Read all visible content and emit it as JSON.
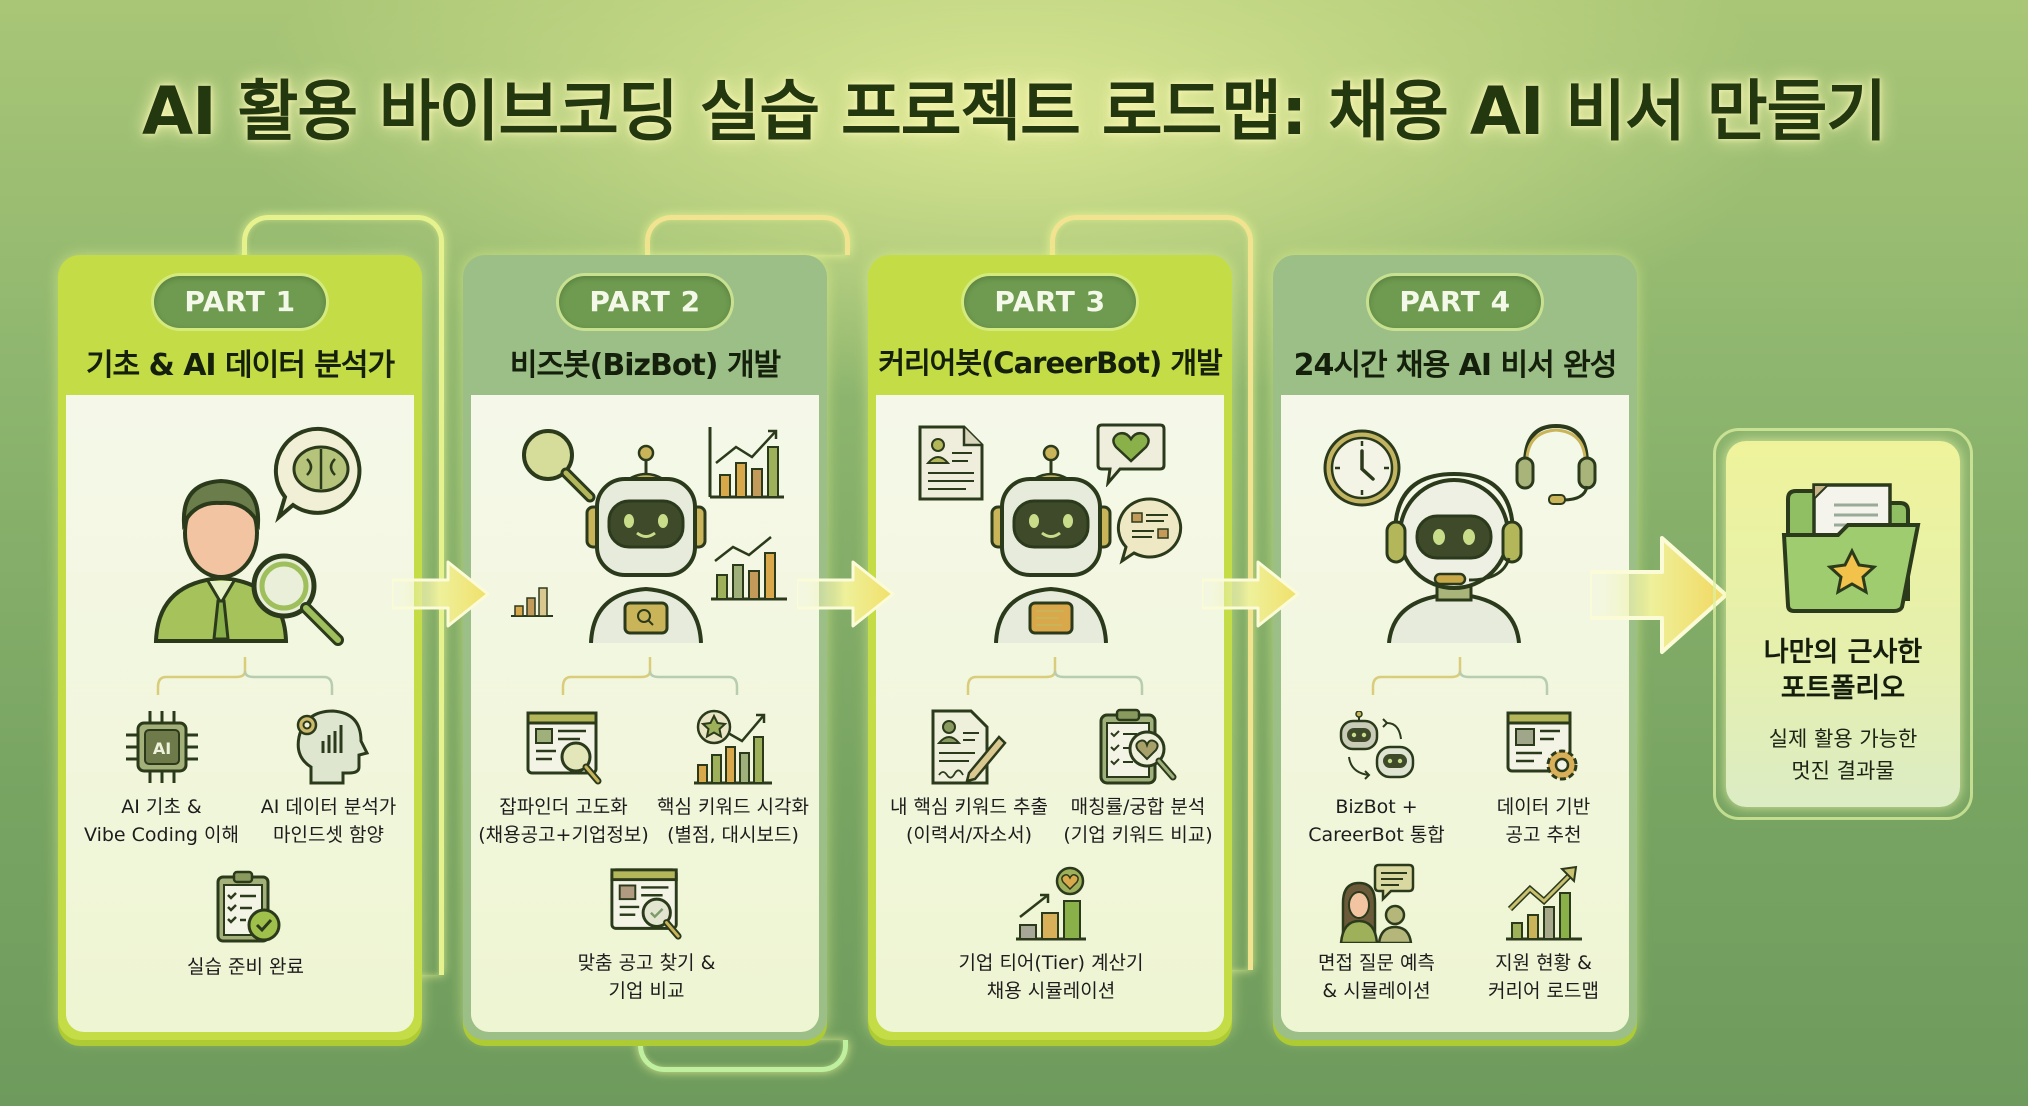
{
  "title": "AI 활용 바이브코딩 실습 프로젝트 로드맵: 채용 AI 비서 만들기",
  "colors": {
    "lime_header": "#c4dc45",
    "sage_header": "#9cbf87",
    "badge": "#6e9b4f",
    "card_body": "#f5f8e9",
    "background_light": "#b9d07e",
    "background_dark": "#6e9b5d",
    "arrow": "#f2e46a",
    "connector": "#e5f28d"
  },
  "parts": [
    {
      "badge": "PART 1",
      "subtitle": "기초 & AI 데이터 분석가",
      "hero_icons": [
        "person-icon",
        "brain-speech-bubble-icon",
        "magnifier-icon"
      ],
      "features": [
        {
          "icon": "ai-chip-icon",
          "line1": "AI 기초 &",
          "line2": "Vibe Coding 이해"
        },
        {
          "icon": "head-analytics-gear-icon",
          "line1": "AI 데이터 분석가",
          "line2": "마인드셋 함양"
        },
        {
          "icon": "clipboard-check-icon",
          "line1": "실습 준비 완료",
          "line2": ""
        }
      ]
    },
    {
      "badge": "PART 2",
      "subtitle": "비즈봇(BizBot) 개발",
      "hero_icons": [
        "robot-icon",
        "magnifier-icon",
        "bar-chart-icon",
        "trend-chart-icon"
      ],
      "features": [
        {
          "icon": "job-post-search-icon",
          "line1": "잡파인더 고도화",
          "line2": "(채용공고+기업정보)"
        },
        {
          "icon": "star-bar-chart-icon",
          "line1": "핵심 키워드 시각화",
          "line2": "(별점, 대시보드)"
        },
        {
          "icon": "job-post-check-icon",
          "line1": "맞춤 공고 찾기 &",
          "line2": "기업 비교"
        }
      ]
    },
    {
      "badge": "PART 3",
      "subtitle": "커리어봇(CareerBot) 개발",
      "hero_icons": [
        "robot-icon",
        "resume-icon",
        "heart-bubble-icon",
        "list-bubble-icon"
      ],
      "features": [
        {
          "icon": "resume-pen-icon",
          "line1": "내 핵심 키워드 추출",
          "line2": "(이력서/자소서)"
        },
        {
          "icon": "clipboard-heart-search-icon",
          "line1": "매칭률/궁합 분석",
          "line2": "(기업 키워드 비교)"
        },
        {
          "icon": "tier-chart-heart-icon",
          "line1": "기업 티어(Tier) 계산기",
          "line2": "채용 시뮬레이션"
        }
      ]
    },
    {
      "badge": "PART 4",
      "subtitle": "24시간 채용 AI 비서 완성",
      "hero_icons": [
        "headset-robot-icon",
        "clock-icon",
        "headset-icon"
      ],
      "features": [
        {
          "icon": "robots-sync-icon",
          "line1": "BizBot +",
          "line2": "CareerBot 통합"
        },
        {
          "icon": "job-post-gear-icon",
          "line1": "데이터 기반",
          "line2": "공고 추천"
        },
        {
          "icon": "interview-icon",
          "line1": "면접 질문 예측",
          "line2": "& 시뮬레이션"
        },
        {
          "icon": "growth-chart-icon",
          "line1": "지원 현황 &",
          "line2": "커리어 로드맵"
        }
      ]
    }
  ],
  "final": {
    "icon": "star-folder-icon",
    "title_line1": "나만의 근사한",
    "title_line2": "포트폴리오",
    "sub_line1": "실제 활용 가능한",
    "sub_line2": "멋진 결과물"
  }
}
